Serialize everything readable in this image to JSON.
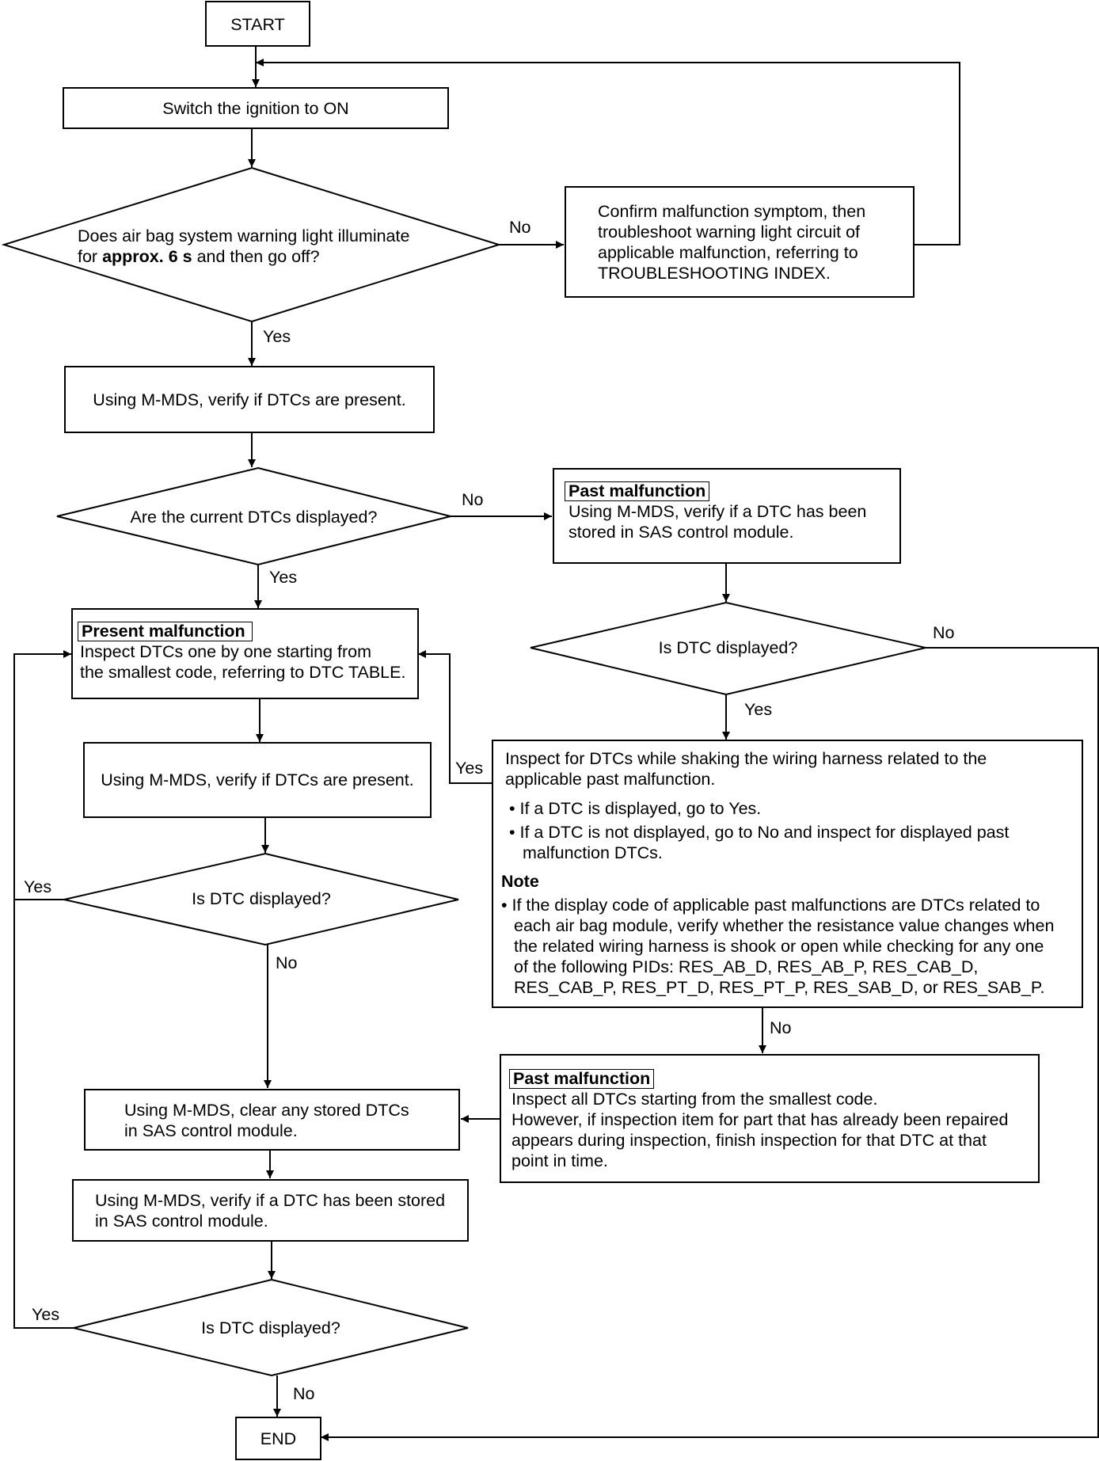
{
  "nodes": {
    "start": "START",
    "switch_on": "Switch the ignition to ON",
    "q_warning": {
      "line1": "Does air bag system warning light illuminate",
      "line2_pre": "for ",
      "line2_bold": "approx. 6 s",
      "line2_post": " and then go off?"
    },
    "confirm": [
      "Confirm malfunction symptom, then",
      "troubleshoot warning light circuit of",
      "applicable malfunction, referring to",
      "TROUBLESHOOTING INDEX."
    ],
    "verify_dtc_1": "Using M-MDS, verify if DTCs are present.",
    "q_current": "Are the current DTCs displayed?",
    "past_1": {
      "tag": "Past malfunction",
      "lines": [
        "Using M-MDS, verify if a DTC has been",
        "stored in SAS control module."
      ]
    },
    "q_dtc_right": "Is DTC displayed?",
    "present": {
      "tag": "Present malfunction",
      "lines": [
        "Inspect DTCs one by one starting from",
        "the smallest code, referring to DTC TABLE."
      ]
    },
    "verify_dtc_2": "Using M-MDS, verify if DTCs are present.",
    "q_dtc_mid": "Is DTC displayed?",
    "shake": {
      "lines": [
        "Inspect for DTCs while shaking the wiring harness related to the",
        "applicable past malfunction."
      ],
      "bullets": [
        "• If a DTC is displayed, go to Yes.",
        "• If a DTC is not displayed, go to No and inspect for displayed past",
        "malfunction DTCs."
      ],
      "note_title": "Note",
      "note": [
        "• If the display code of applicable past malfunctions are DTCs related to",
        "each air bag module, verify whether the resistance value changes when",
        "the related wiring harness is shook or open while checking for any one",
        "of the following PIDs: RES_AB_D, RES_AB_P, RES_CAB_D,",
        "RES_CAB_P, RES_PT_D, RES_PT_P, RES_SAB_D, or RES_SAB_P."
      ]
    },
    "past_2": {
      "tag": "Past malfunction",
      "lines": [
        "Inspect all DTCs starting from the smallest code.",
        "However, if inspection item for part that has already been repaired",
        "appears during inspection, finish inspection for that DTC at that",
        "point in time."
      ]
    },
    "clear": [
      "Using M-MDS, clear any stored DTCs",
      "in SAS control module."
    ],
    "verify_stored": [
      "Using M-MDS, verify if a DTC has been stored",
      "in SAS control module."
    ],
    "q_dtc_bottom": "Is DTC displayed?",
    "end": "END"
  },
  "labels": {
    "no_warning": "No",
    "yes_warning": "Yes",
    "no_current": "No",
    "yes_current": "Yes",
    "no_right": "No",
    "yes_right": "Yes",
    "yes_shake": "Yes",
    "no_shake": "No",
    "yes_mid": "Yes",
    "no_mid": "No",
    "yes_bottom": "Yes",
    "no_bottom": "No"
  }
}
